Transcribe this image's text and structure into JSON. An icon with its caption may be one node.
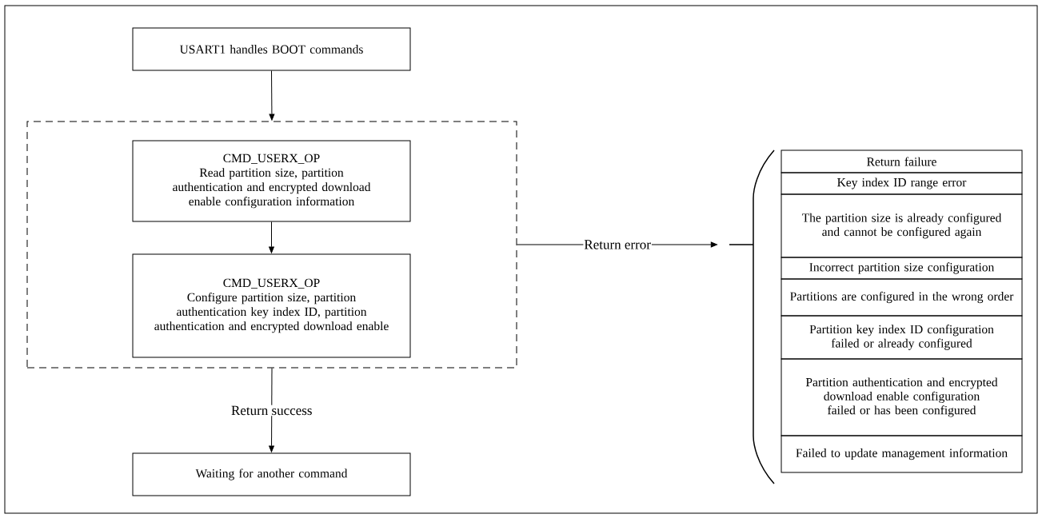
{
  "diagram": {
    "nodes": [
      {
        "text": [
          "USART1 handles BOOT commands"
        ]
      },
      {
        "text": [],
        "shape": "box"
      },
      {
        "text": [
          "CMD_USERX_OP",
          "Read partition size, partition authentication and encrypted download enable configuration information"
        ],
        "in": 1
      },
      {
        "text": [
          "CMD_USERX_OP",
          "Configure partition size, partition authentication key index ID, partition authentication and encrypted download enable"
        ],
        "in": 1
      },
      {
        "text": [
          "Waiting for another command"
        ]
      },
      {
        "text": [],
        "shape": "bracket"
      },
      {
        "text": [
          "Return failure"
        ]
      },
      {
        "text": [
          "Key index ID range error"
        ]
      },
      {
        "text": [
          "The partition size is already configured and cannot be configured again"
        ]
      },
      {
        "text": [
          "Incorrect partition size configuration"
        ]
      },
      {
        "text": [
          "Partitions are configured in the wrong order"
        ]
      },
      {
        "text": [
          "Partition key index ID configuration failed or already configured"
        ]
      },
      {
        "text": [
          "Partition authentication and encrypted download enable configuration failed or has been configured"
        ]
      },
      {
        "text": [
          "Failed to update management information"
        ]
      }
    ],
    "edges": [
      {
        "from": 0,
        "to": 1,
        "arrow": "to"
      },
      {
        "from": 2,
        "to": 3,
        "arrow": "to"
      },
      {
        "from": 1,
        "to": 4,
        "arrow": "to",
        "label": "Return success"
      },
      {
        "from": 1,
        "to": 5,
        "arrow": "to",
        "label": "Return error"
      }
    ]
  }
}
